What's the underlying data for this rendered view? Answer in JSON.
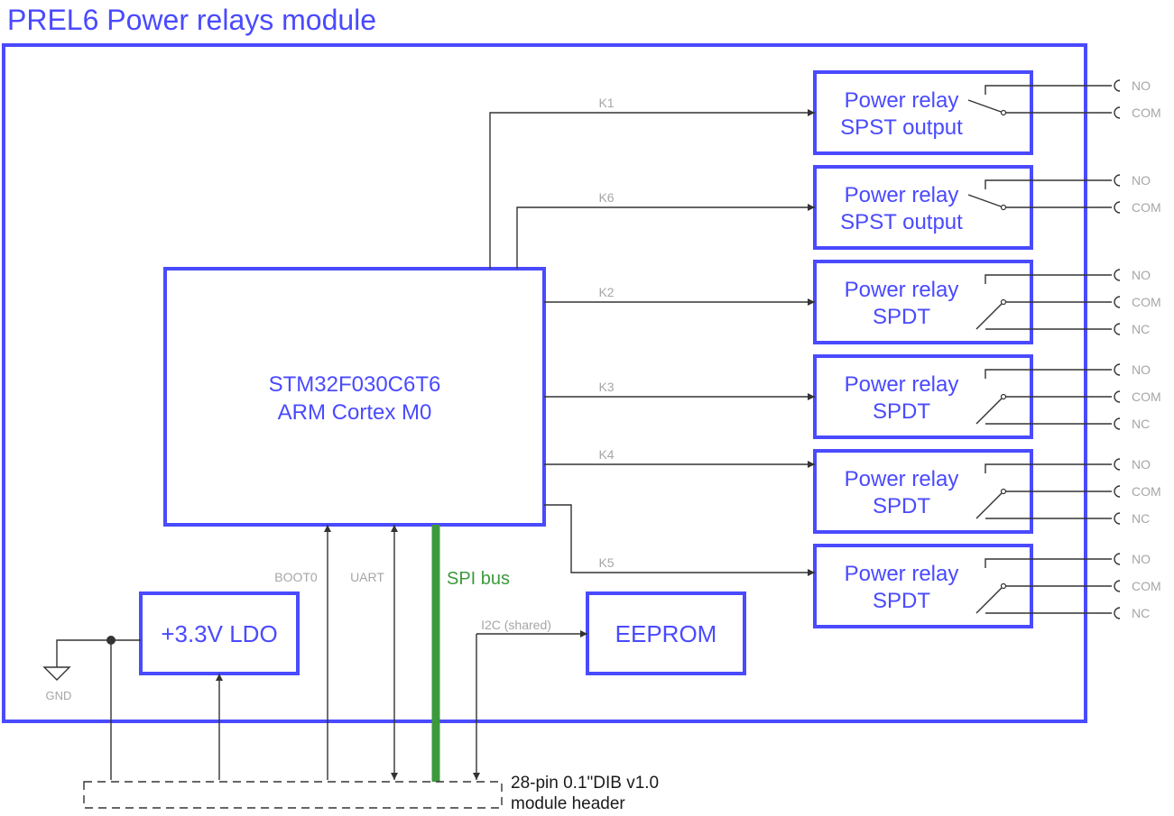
{
  "title": "PREL6 Power relays module",
  "mcu": {
    "line1": "STM32F030C6T6",
    "line2": "ARM Cortex M0"
  },
  "ldo_label": "+3.3V LDO",
  "eeprom_label": "EEPROM",
  "spi_label": "SPI bus",
  "i2c_label": "I2C (shared)",
  "gnd_label": "GND",
  "boot0_label": "BOOT0",
  "uart_label": "UART",
  "header": {
    "line1": "28-pin 0.1\"DIB v1.0",
    "line2": "module header"
  },
  "relays": [
    {
      "line1": "Power relay",
      "line2": "SPST output",
      "signal": "K1",
      "kind": "spst",
      "contacts": [
        "NO",
        "COM"
      ]
    },
    {
      "line1": "Power relay",
      "line2": "SPST output",
      "signal": "K6",
      "kind": "spst",
      "contacts": [
        "NO",
        "COM"
      ]
    },
    {
      "line1": "Power relay",
      "line2": "SPDT",
      "signal": "K2",
      "kind": "spdt",
      "contacts": [
        "NO",
        "COM",
        "NC"
      ]
    },
    {
      "line1": "Power relay",
      "line2": "SPDT",
      "signal": "K3",
      "kind": "spdt",
      "contacts": [
        "NO",
        "COM",
        "NC"
      ]
    },
    {
      "line1": "Power relay",
      "line2": "SPDT",
      "signal": "K4",
      "kind": "spdt",
      "contacts": [
        "NO",
        "COM",
        "NC"
      ]
    },
    {
      "line1": "Power relay",
      "line2": "SPDT",
      "signal": "K5",
      "kind": "spdt",
      "contacts": [
        "NO",
        "COM",
        "NC"
      ]
    }
  ],
  "colors": {
    "module_blue": "#4a4aff",
    "spi_green": "#3c9a3c",
    "wire": "#333333",
    "label_gray": "#a6a6a6"
  }
}
